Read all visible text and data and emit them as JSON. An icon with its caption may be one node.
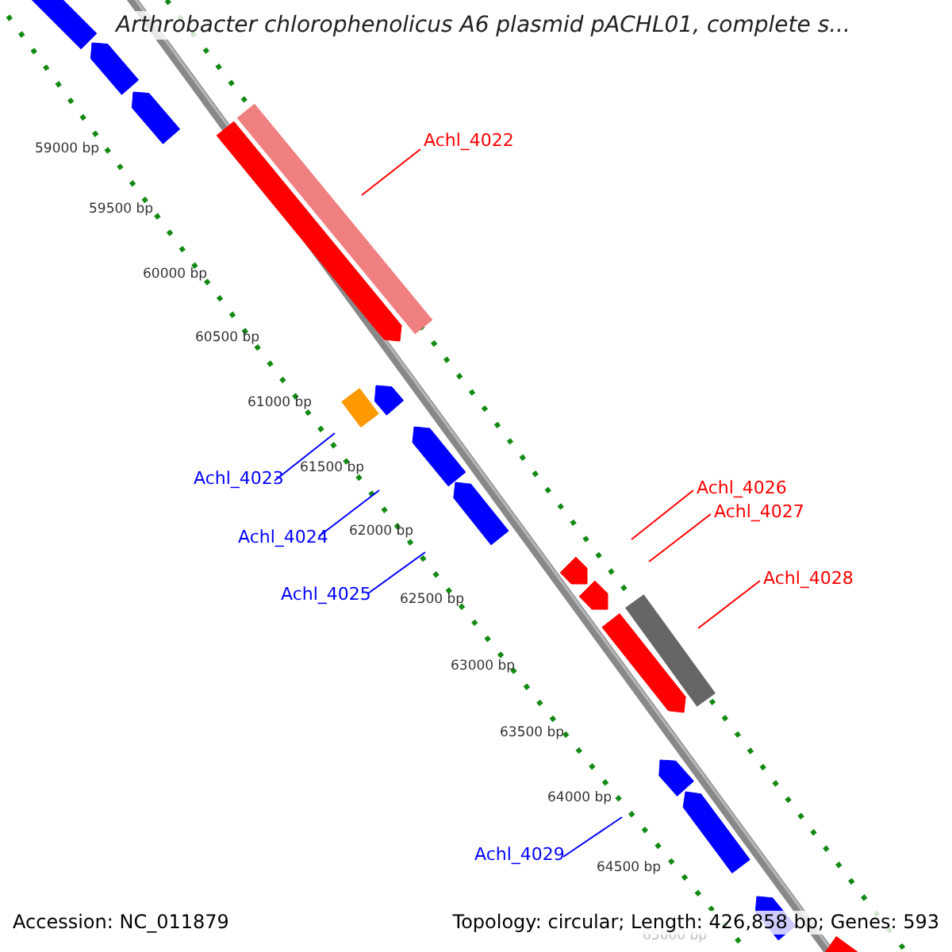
{
  "diagram": {
    "title": "Arthrobacter chlorophenolicus A6 plasmid pACHL01, complete s...",
    "nodes": [
      {
        "text": [
          "Achl_4022"
        ]
      },
      {
        "text": [
          "Achl_4023"
        ]
      },
      {
        "text": [
          "Achl_4024"
        ]
      },
      {
        "text": [
          "Achl_4025"
        ]
      },
      {
        "text": [
          "Achl_4026"
        ]
      },
      {
        "text": [
          "Achl_4027"
        ]
      },
      {
        "text": [
          "Achl_4028"
        ]
      },
      {
        "text": [
          "Achl_4029"
        ]
      }
    ],
    "edges": [
      {
        "from": 0,
        "to": null,
        "arrow": "none",
        "color": "#ff0000"
      },
      {
        "from": 1,
        "to": null,
        "arrow": "none",
        "color": "#0000ff"
      },
      {
        "from": 2,
        "to": null,
        "arrow": "none",
        "color": "#0000ff"
      },
      {
        "from": 3,
        "to": null,
        "arrow": "none",
        "color": "#0000ff"
      },
      {
        "from": 4,
        "to": null,
        "arrow": "none",
        "color": "#ff0000"
      },
      {
        "from": 5,
        "to": null,
        "arrow": "none",
        "color": "#ff0000"
      },
      {
        "from": 6,
        "to": null,
        "arrow": "none",
        "color": "#ff0000"
      },
      {
        "from": 7,
        "to": null,
        "arrow": "none",
        "color": "#0000ff"
      }
    ],
    "labels": [
      "59000 bp",
      "59500 bp",
      "60000 bp",
      "60500 bp",
      "61000 bp",
      "61500 bp",
      "62000 bp",
      "62500 bp",
      "63000 bp",
      "63500 bp",
      "64000 bp",
      "64500 bp",
      "65000 bp",
      "Accession: NC_011879",
      "Topology: circular; Length: 426,858 bp; Genes: 593"
    ]
  }
}
